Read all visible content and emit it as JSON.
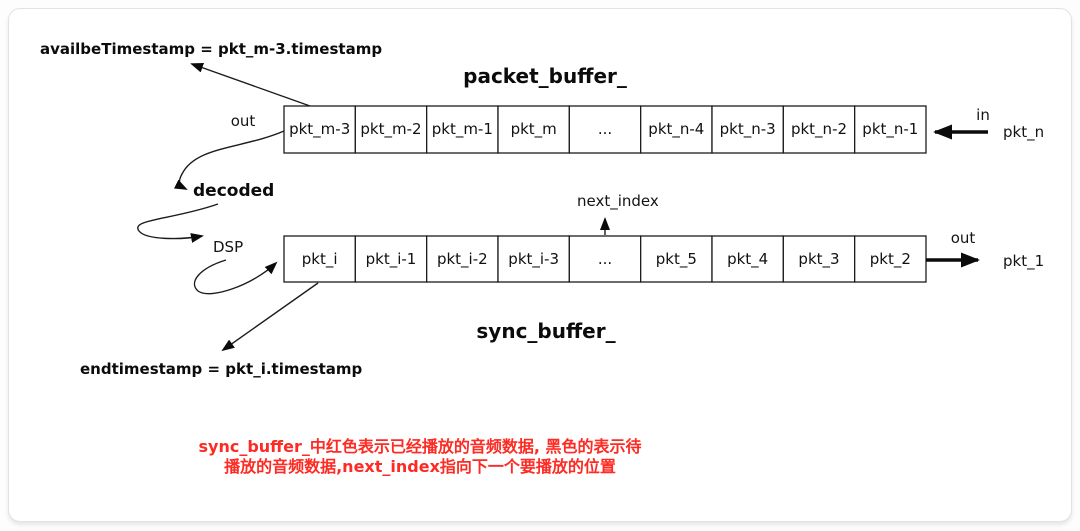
{
  "packet_buffer": {
    "title": "packet_buffer_",
    "annotation": "availbeTimestamp = pkt_m-3.timestamp",
    "out_label": "out",
    "in_label": "in",
    "in_packet": "pkt_n",
    "cells": [
      "pkt_m-3",
      "pkt_m-2",
      "pkt_m-1",
      "pkt_m",
      "...",
      "pkt_n-4",
      "pkt_n-3",
      "pkt_n-2",
      "pkt_n-1"
    ]
  },
  "flow": {
    "decoded_label": "decoded",
    "dsp_label": "DSP"
  },
  "sync_buffer": {
    "title": "sync_buffer_",
    "annotation": "endtimestamp = pkt_i.timestamp",
    "next_index_label": "next_index",
    "out_label": "out",
    "out_packet": "pkt_1",
    "cells": [
      {
        "label": "pkt_i",
        "color": "#1a1a1a"
      },
      {
        "label": "pkt_i-1",
        "color": "#1a1a1a"
      },
      {
        "label": "pkt_i-2",
        "color": "#1a1a1a"
      },
      {
        "label": "pkt_i-3",
        "color": "#1a1a1a"
      },
      {
        "label": "...",
        "color": "#f5463c"
      },
      {
        "label": "pkt_5",
        "color": "#f5463c"
      },
      {
        "label": "pkt_4",
        "color": "#f5463c"
      },
      {
        "label": "pkt_3",
        "color": "#f5463c"
      },
      {
        "label": "pkt_2",
        "color": "#f5463c"
      }
    ]
  },
  "note": {
    "line1": "sync_buffer_中红色表示已经播放的音频数据, 黑色的表示待",
    "line2": "播放的音频数据,next_index指向下一个要播放的位置",
    "color": "#fd2b23"
  },
  "colors": {
    "played_red": "#f5463c",
    "pending_black": "#1a1a1a"
  }
}
